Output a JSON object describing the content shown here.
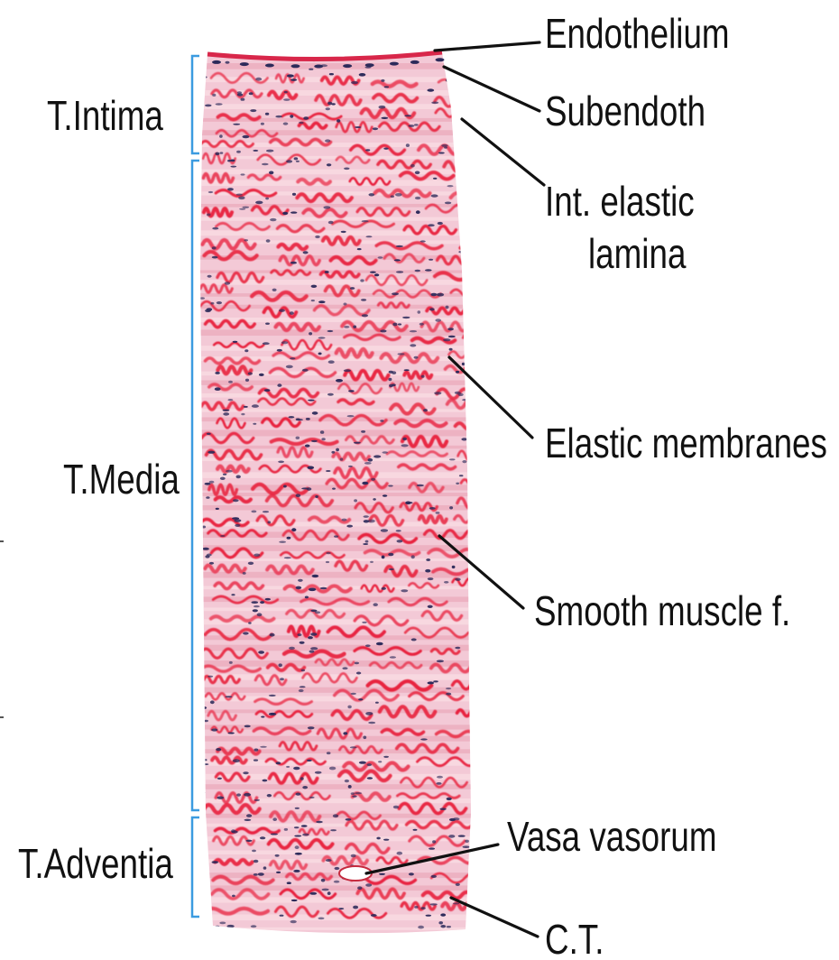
{
  "labels": {
    "endothelium": "Endothelium",
    "subendoth": "Subendoth",
    "int_elastic_line1": "Int. elastic",
    "int_elastic_line2": "lamina",
    "elastic_membranes": "Elastic membranes",
    "smooth_muscle": "Smooth muscle f.",
    "vasa_vasorum": "Vasa vasorum",
    "ct": "C.T.",
    "t_intima": "T.Intima",
    "t_media": "T.Media",
    "t_adventia": "T.Adventia"
  },
  "colors": {
    "tissue_background": "#f3c9d6",
    "elastic_fibers": "#e8233f",
    "nuclei": "#2c2a5a",
    "bracket": "#3b9be0",
    "leader_lines": "#111111"
  }
}
